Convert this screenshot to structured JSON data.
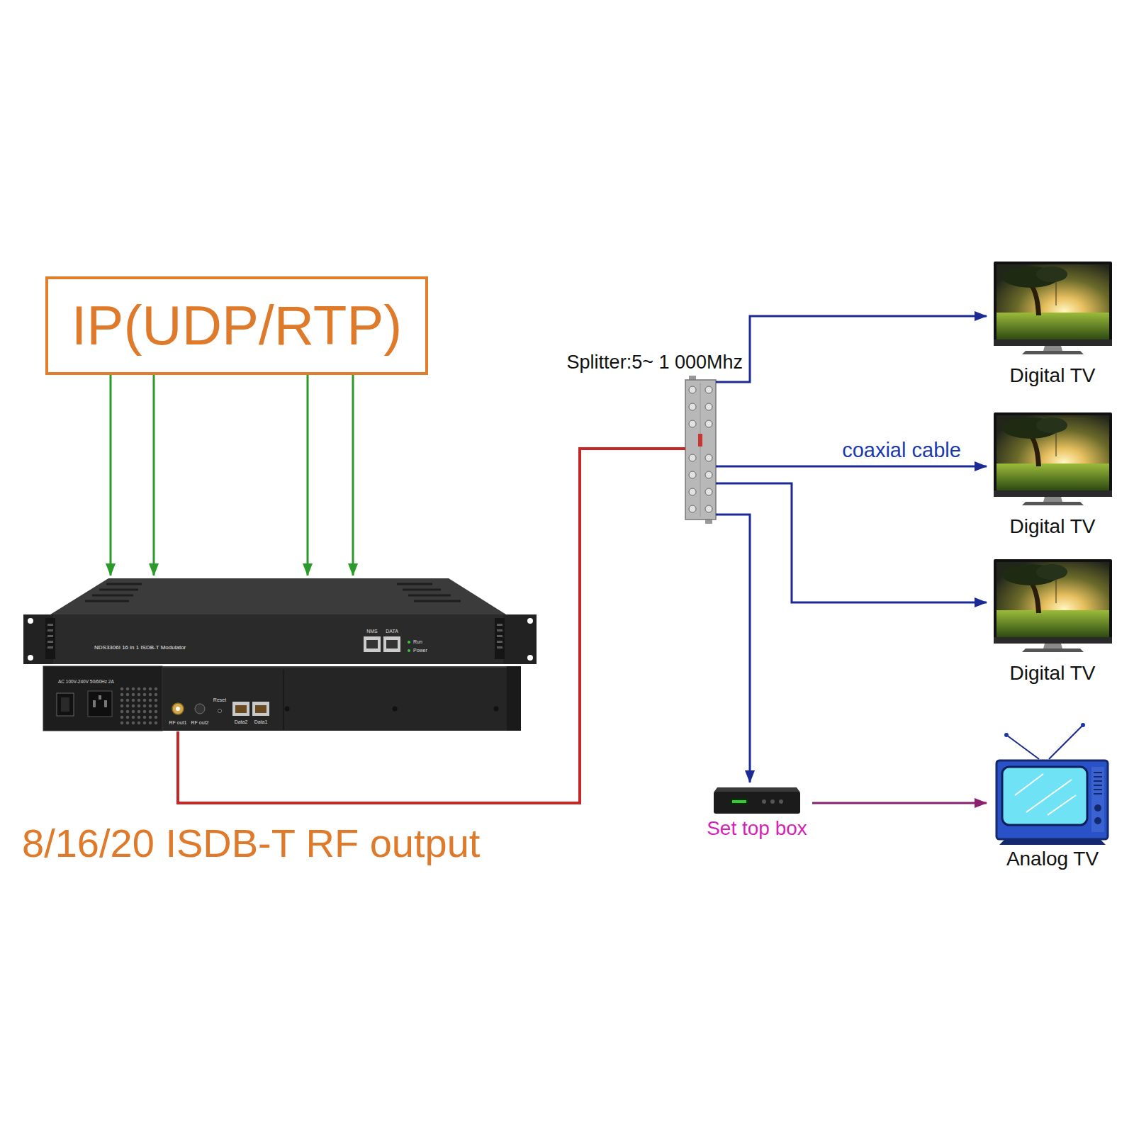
{
  "diagram": {
    "nodes": [
      {
        "text": [
          "IP(UDP/RTP)"
        ]
      },
      {
        "text": [
          "NDS3306I 16 in 1 ISDB-T Modulator"
        ]
      },
      {
        "text": [
          "Splitter:5~ 1 000Mhz"
        ]
      },
      {
        "text": [
          "Digital TV"
        ]
      },
      {
        "text": [
          "Digital TV"
        ]
      },
      {
        "text": [
          "Digital TV"
        ]
      },
      {
        "text": [
          "Set top box"
        ]
      },
      {
        "text": [
          "Analog TV"
        ]
      }
    ],
    "edges": [
      {
        "from": 0,
        "to": 1,
        "arrow": "to"
      },
      {
        "from": 0,
        "to": 1,
        "arrow": "to"
      },
      {
        "from": 0,
        "to": 1,
        "arrow": "to"
      },
      {
        "from": 0,
        "to": 1,
        "arrow": "to"
      },
      {
        "from": 1,
        "to": 2,
        "arrow": "none"
      },
      {
        "from": 2,
        "to": 3,
        "arrow": "to"
      },
      {
        "from": 2,
        "to": 4,
        "label": "coaxial cable",
        "arrow": "to"
      },
      {
        "from": 2,
        "to": 5,
        "arrow": "to"
      },
      {
        "from": 2,
        "to": 6,
        "arrow": "to"
      },
      {
        "from": 6,
        "to": 7,
        "arrow": "to"
      }
    ],
    "labels": [
      "8/16/20 ISDB-T RF output",
      "NMS",
      "DATA",
      "Run",
      "Power",
      "AC 100V-240V 50/60Hz 2A",
      "RF out1",
      "RF out2",
      "Reset",
      "Data2",
      "Data1"
    ]
  }
}
